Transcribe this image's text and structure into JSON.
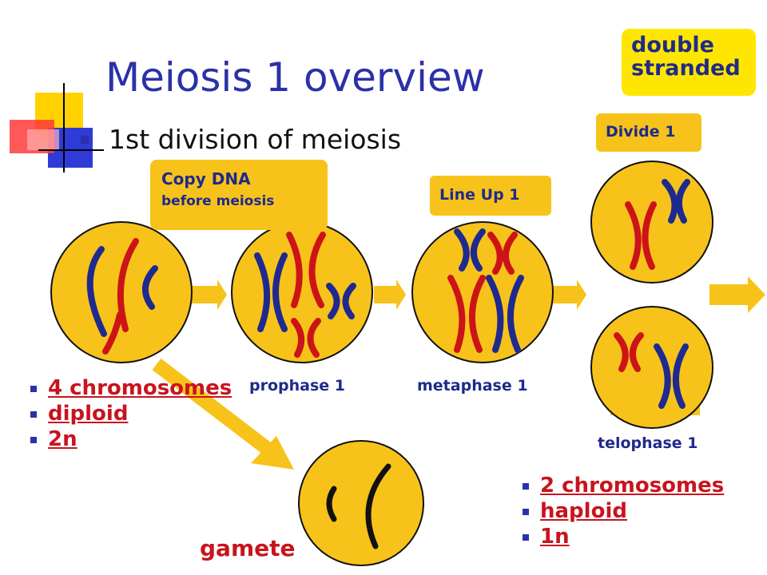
{
  "slide": {
    "title": "Meiosis 1 overview",
    "subtitle": "1st division of meiosis"
  },
  "callouts": {
    "double_stranded": [
      "double",
      "stranded"
    ],
    "copy_dna": [
      "Copy DNA",
      "before meiosis"
    ],
    "line_up": "Line Up 1",
    "divide": "Divide 1"
  },
  "stages": {
    "prophase": "prophase 1",
    "metaphase": "metaphase 1",
    "telophase": "telophase 1",
    "gamete": "gamete"
  },
  "left_list": [
    "4 chromosomes",
    "diploid",
    "2n"
  ],
  "right_list": [
    "2 chromosomes",
    "haploid",
    "1n"
  ],
  "colors": {
    "cell_fill": "#f7c31a",
    "cell_outline": "#111111",
    "chromosome_red": "#cc1418",
    "chromosome_blue": "#1e2a8f",
    "title_blue": "#2b31a8",
    "link_red": "#c8141e",
    "callout_yellow": "#ffe600",
    "arrow_yellow": "#f7c31a"
  }
}
